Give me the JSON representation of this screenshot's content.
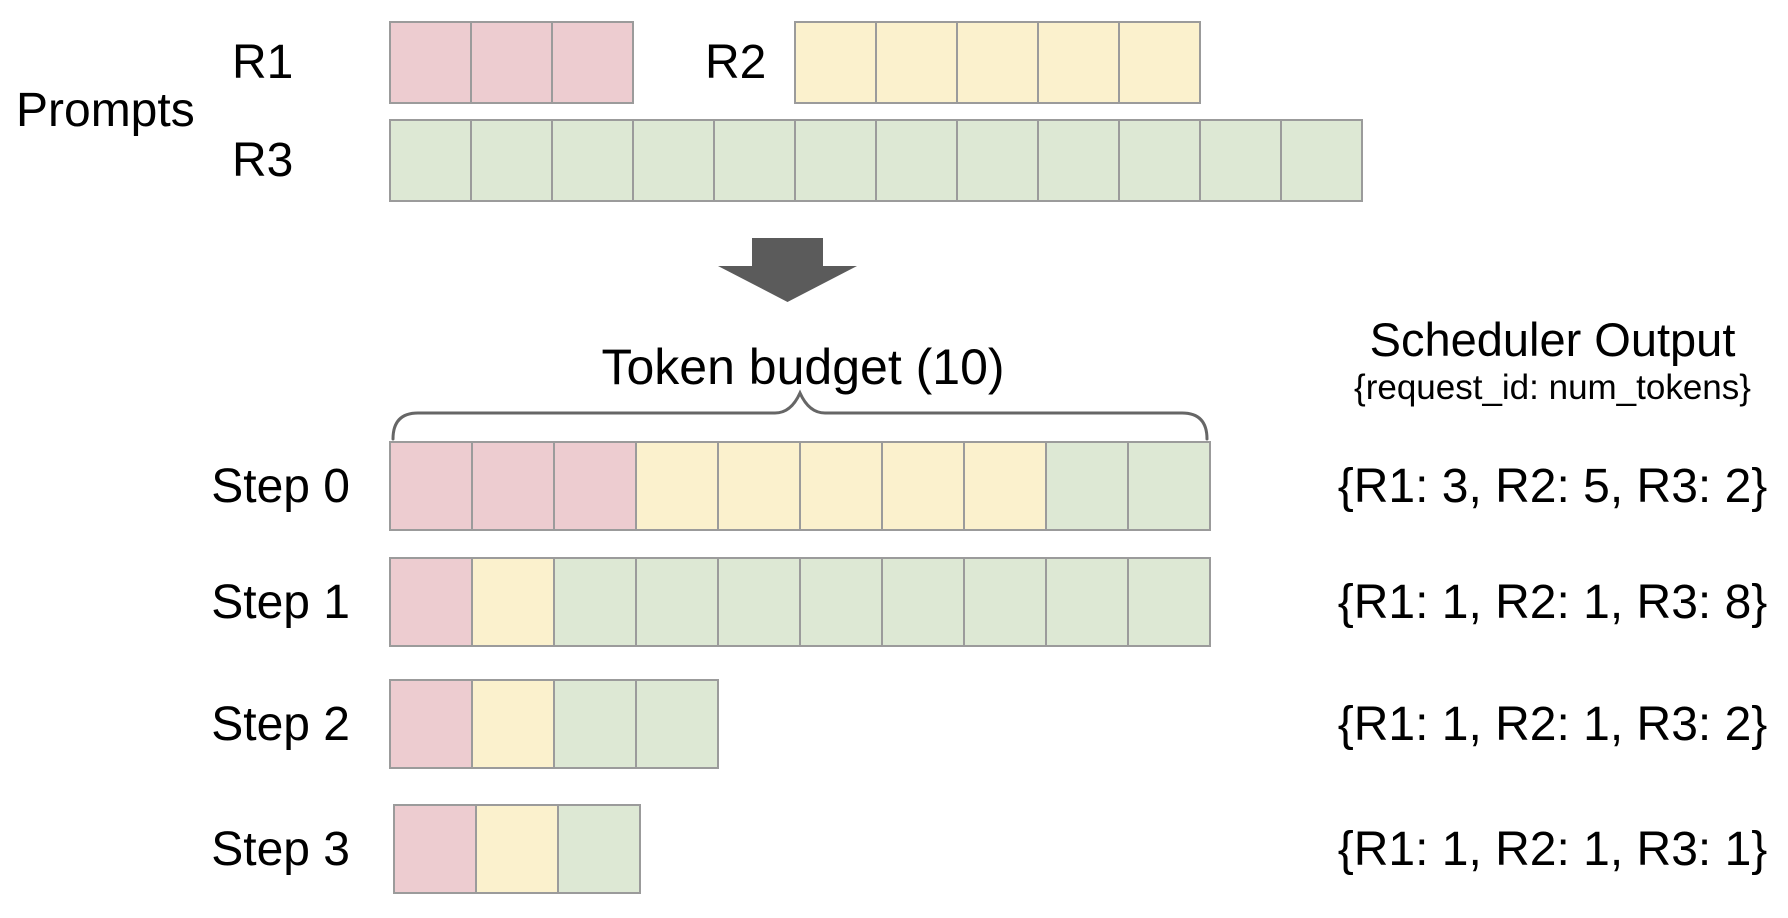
{
  "prompts": {
    "label": "Prompts",
    "r1_label": "R1",
    "r2_label": "R2",
    "r3_label": "R3",
    "r1_segments": [
      {
        "request": "R1",
        "count": 3
      }
    ],
    "r2_segments": [
      {
        "request": "R2",
        "count": 5
      }
    ],
    "r3_segments": [
      {
        "request": "R3",
        "count": 12
      }
    ]
  },
  "token_budget": {
    "title": "Token budget (10)",
    "value": 10
  },
  "scheduler_output": {
    "title": "Scheduler Output",
    "subtitle": "{request_id: num_tokens}"
  },
  "steps": [
    {
      "label": "Step 0",
      "segments": [
        {
          "request": "R1",
          "count": 3
        },
        {
          "request": "R2",
          "count": 5
        },
        {
          "request": "R3",
          "count": 2
        }
      ],
      "output": "{R1: 3, R2: 5, R3: 2}"
    },
    {
      "label": "Step 1",
      "segments": [
        {
          "request": "R1",
          "count": 1
        },
        {
          "request": "R2",
          "count": 1
        },
        {
          "request": "R3",
          "count": 8
        }
      ],
      "output": "{R1: 1, R2: 1, R3: 8}"
    },
    {
      "label": "Step 2",
      "segments": [
        {
          "request": "R1",
          "count": 1
        },
        {
          "request": "R2",
          "count": 1
        },
        {
          "request": "R3",
          "count": 2
        }
      ],
      "output": "{R1: 1, R2: 1, R3: 2}"
    },
    {
      "label": "Step 3",
      "segments": [
        {
          "request": "R1",
          "count": 1
        },
        {
          "request": "R2",
          "count": 1
        },
        {
          "request": "R3",
          "count": 1
        }
      ],
      "output": "{R1: 1, R2: 1, R3: 1}"
    }
  ],
  "colors": {
    "requests": {
      "R1": "#edccd0",
      "R2": "#fbf1cd",
      "R3": "#dde8d4"
    },
    "cell_border": "#9b9b9b",
    "arrow": "#5b5b5b",
    "brace": "#666666"
  }
}
